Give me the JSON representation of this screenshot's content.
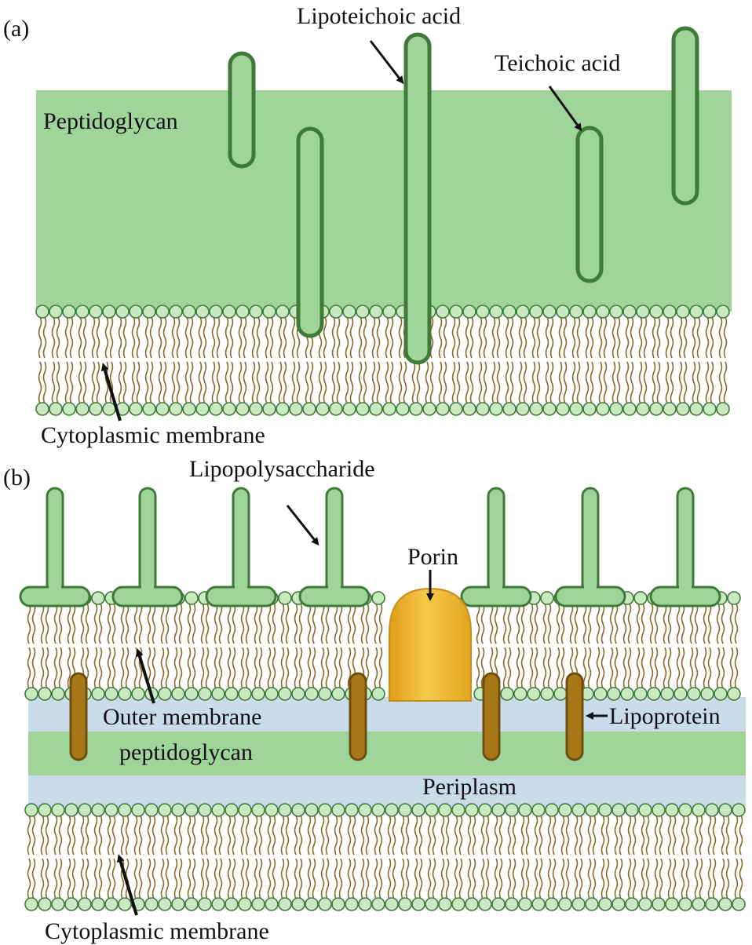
{
  "panel_a": {
    "tag": "(a)",
    "labels": {
      "peptidoglycan": "Peptidoglycan",
      "lipoteichoic_acid": "Lipoteichoic acid",
      "teichoic_acid": "Teichoic acid",
      "cytoplasmic_membrane": "Cytoplasmic membrane"
    }
  },
  "panel_b": {
    "tag": "(b)",
    "labels": {
      "lipopolysaccharide": "Lipopolysaccharide",
      "porin": "Porin",
      "outer_membrane": "Outer membrane",
      "peptidoglycan": "peptidoglycan",
      "lipoprotein": "Lipoprotein",
      "periplasm": "Periplasm",
      "cytoplasmic_membrane": "Cytoplasmic membrane"
    }
  },
  "colors": {
    "peptidoglycan": "#9fd49a",
    "rod_fill": "#9fd49a",
    "rod_stroke": "#3f7a38",
    "lipid_head_fill": "#c8e9c2",
    "lipid_head_stroke": "#3f7a38",
    "lipid_tail": "#8a6a28",
    "periplasm": "#c9dcea",
    "porin": "#f0b830",
    "lipoprotein": "#a87818"
  }
}
